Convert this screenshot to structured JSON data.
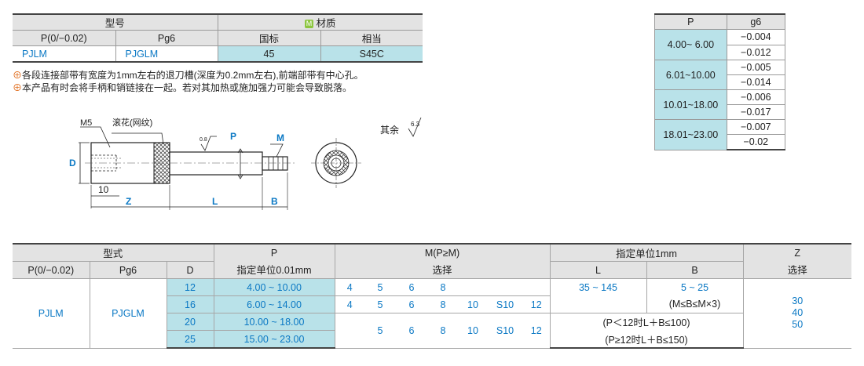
{
  "material_table": {
    "header_model": "型号",
    "header_material_badge": "M",
    "header_material": "材质",
    "col_p": "P(0/−0.02)",
    "col_pg6": "Pg6",
    "col_national": "国标",
    "col_equivalent": "相当",
    "val_p": "PJLM",
    "val_pg6": "PJGLM",
    "val_national": "45",
    "val_equivalent": "S45C"
  },
  "notes": {
    "note1_mark": "⊕",
    "note1": "各段连接部带有宽度为1mm左右的退刀槽(深度为0.2mm左右),前端部带有中心孔。",
    "note2_mark": "⊕",
    "note2": "本产品有时会将手柄和销链接在一起。若对其加热或施加强力可能会导致脱落。"
  },
  "drawing": {
    "label_m5": "M5",
    "label_knurl": "滚花(网纹)",
    "label_p": "P",
    "label_m": "M",
    "label_d": "D",
    "label_10": "10",
    "label_z": "Z",
    "label_l": "L",
    "label_b": "B",
    "label_08": "0.8",
    "surface_text": "其余",
    "surface_value": "6.3"
  },
  "tolerance_table": {
    "col_p": "P",
    "col_g6": "g6",
    "rows": [
      {
        "range": "4.00~  6.00",
        "upper": "−0.004",
        "lower": "−0.012"
      },
      {
        "range": "6.01~10.00",
        "upper": "−0.005",
        "lower": "−0.014"
      },
      {
        "range": "10.01~18.00",
        "upper": "−0.006",
        "lower": "−0.017"
      },
      {
        "range": "18.01~23.00",
        "upper": "−0.007",
        "lower": "−0.02"
      }
    ]
  },
  "spec_table": {
    "h_type": "型式",
    "h_p": "P",
    "h_p_unit": "指定单位0.01mm",
    "h_m": "M(P≥M)",
    "h_m_select": "选择",
    "h_unit": "指定单位1mm",
    "h_z": "Z",
    "h_z_select": "选择",
    "h_col_p": "P(0/−0.02)",
    "h_col_pg6": "Pg6",
    "h_col_d": "D",
    "h_col_l": "L",
    "h_col_b": "B",
    "type_p": "PJLM",
    "type_pg6": "PJGLM",
    "d": [
      "12",
      "16",
      "20",
      "25"
    ],
    "p_range": [
      "4.00 ~ 10.00",
      "6.00 ~ 14.00",
      "10.00 ~ 18.00",
      "15.00 ~ 23.00"
    ],
    "m_row1": [
      "4",
      "5",
      "6",
      "8",
      "",
      "",
      ""
    ],
    "m_row2": [
      "4",
      "5",
      "6",
      "8",
      "10",
      "S10",
      "12"
    ],
    "m_row3": [
      "5",
      "6",
      "8",
      "10",
      "S10",
      "12"
    ],
    "l_range": "35 ~ 145",
    "b_range": "5 ~ 25",
    "b_condition": "(M≤B≤M×3)",
    "lb_cond1": "(P＜12时L＋B≤100)",
    "lb_cond2": "(P≥12时L＋B≤150)",
    "z": [
      "30",
      "40",
      "50"
    ]
  }
}
